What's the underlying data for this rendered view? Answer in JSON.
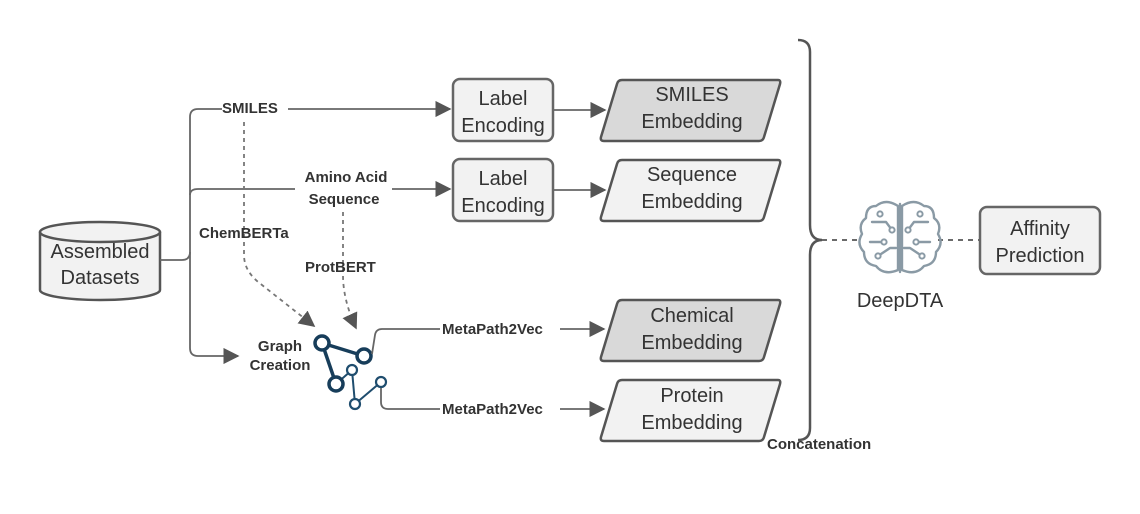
{
  "nodes": {
    "datasets": [
      "Assembled",
      "Datasets"
    ],
    "label_encoding_1": [
      "Label",
      "Encoding"
    ],
    "label_encoding_2": [
      "Label",
      "Encoding"
    ],
    "smiles_embedding": [
      "SMILES",
      "Embedding"
    ],
    "sequence_embedding": [
      "Sequence",
      "Embedding"
    ],
    "chemical_embedding": [
      "Chemical",
      "Embedding"
    ],
    "protein_embedding": [
      "Protein",
      "Embedding"
    ],
    "affinity_prediction": [
      "Affinity",
      "Prediction"
    ],
    "deepdta": "DeepDTA"
  },
  "edge_labels": {
    "smiles": "SMILES",
    "amino_acid": [
      "Amino Acid",
      "Sequence"
    ],
    "chemberta": "ChemBERTa",
    "protbert": "ProtBERT",
    "graph_creation": [
      "Graph",
      "Creation"
    ],
    "metapath_1": "MetaPath2Vec",
    "metapath_2": "MetaPath2Vec",
    "concatenation": "Concatenation"
  },
  "icons": [
    "database-icon",
    "graph-network-icon",
    "brain-circuit-icon"
  ],
  "colors": {
    "node_fill": "#f2f2f2",
    "dark_node_fill": "#d9d9d9",
    "stroke": "#666666",
    "graph": "#173d5a",
    "brain": "#8a9aa5"
  }
}
